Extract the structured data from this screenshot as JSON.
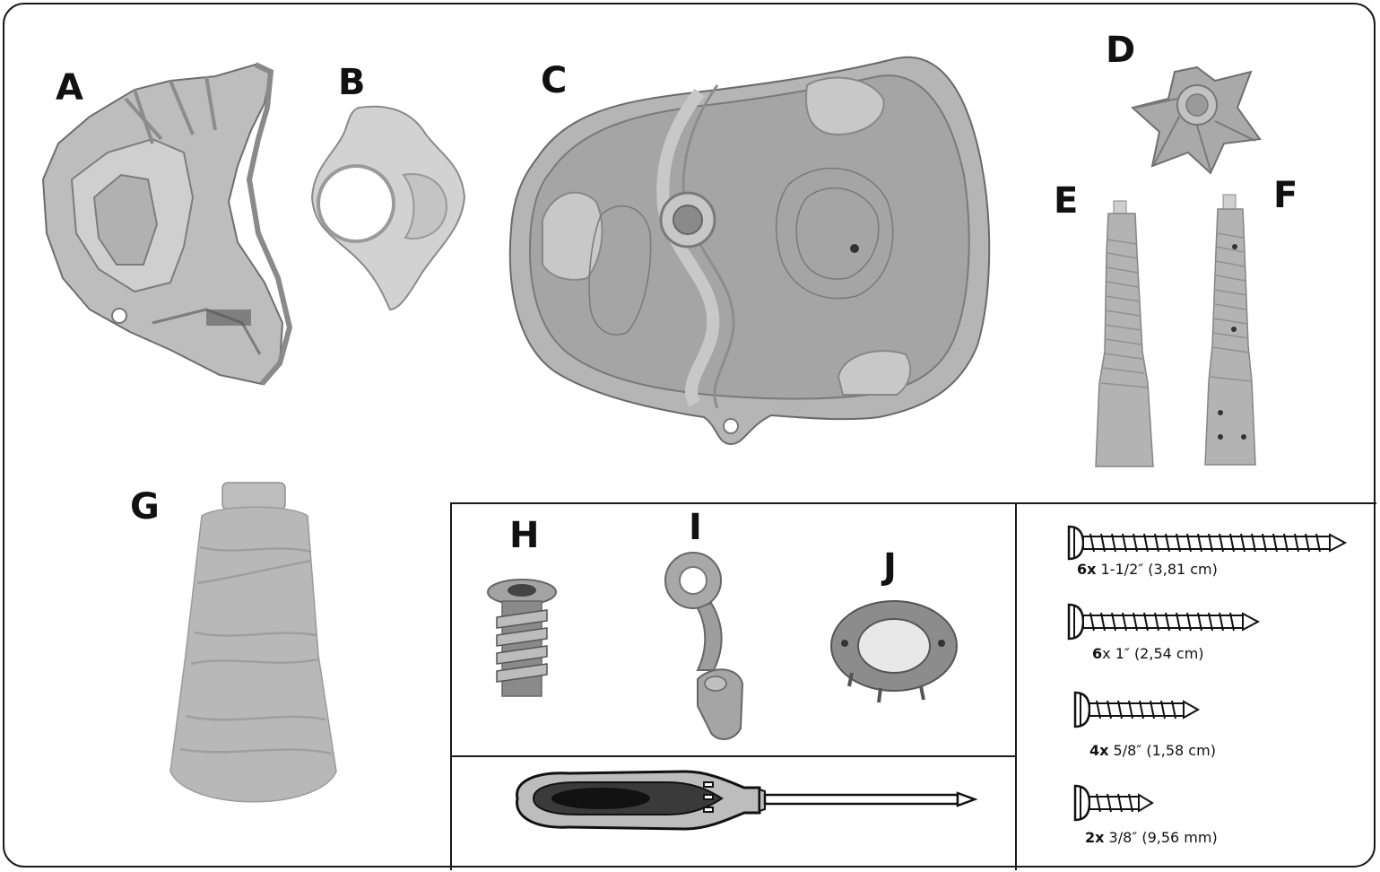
{
  "parts": {
    "a": "A",
    "b": "B",
    "c": "C",
    "d": "D",
    "e": "E",
    "f": "F",
    "g": "G",
    "h": "H",
    "i": "I",
    "j": "J"
  },
  "screws": [
    {
      "qty": "6x",
      "size": " 1-1/2″ (3,81 cm)"
    },
    {
      "qty": "6",
      "size": "x 1″ (2,54 cm)"
    },
    {
      "qty": "4x",
      "size": " 5/8″ (1,58 cm)"
    },
    {
      "qty": "2x",
      "size": " 3/8″ (9,56 mm)"
    }
  ],
  "colors": {
    "plastic_light": "#c9c9c9",
    "plastic_mid": "#a8a8a8",
    "plastic_dark": "#7d7d7d",
    "ink": "#1a1a1a"
  }
}
